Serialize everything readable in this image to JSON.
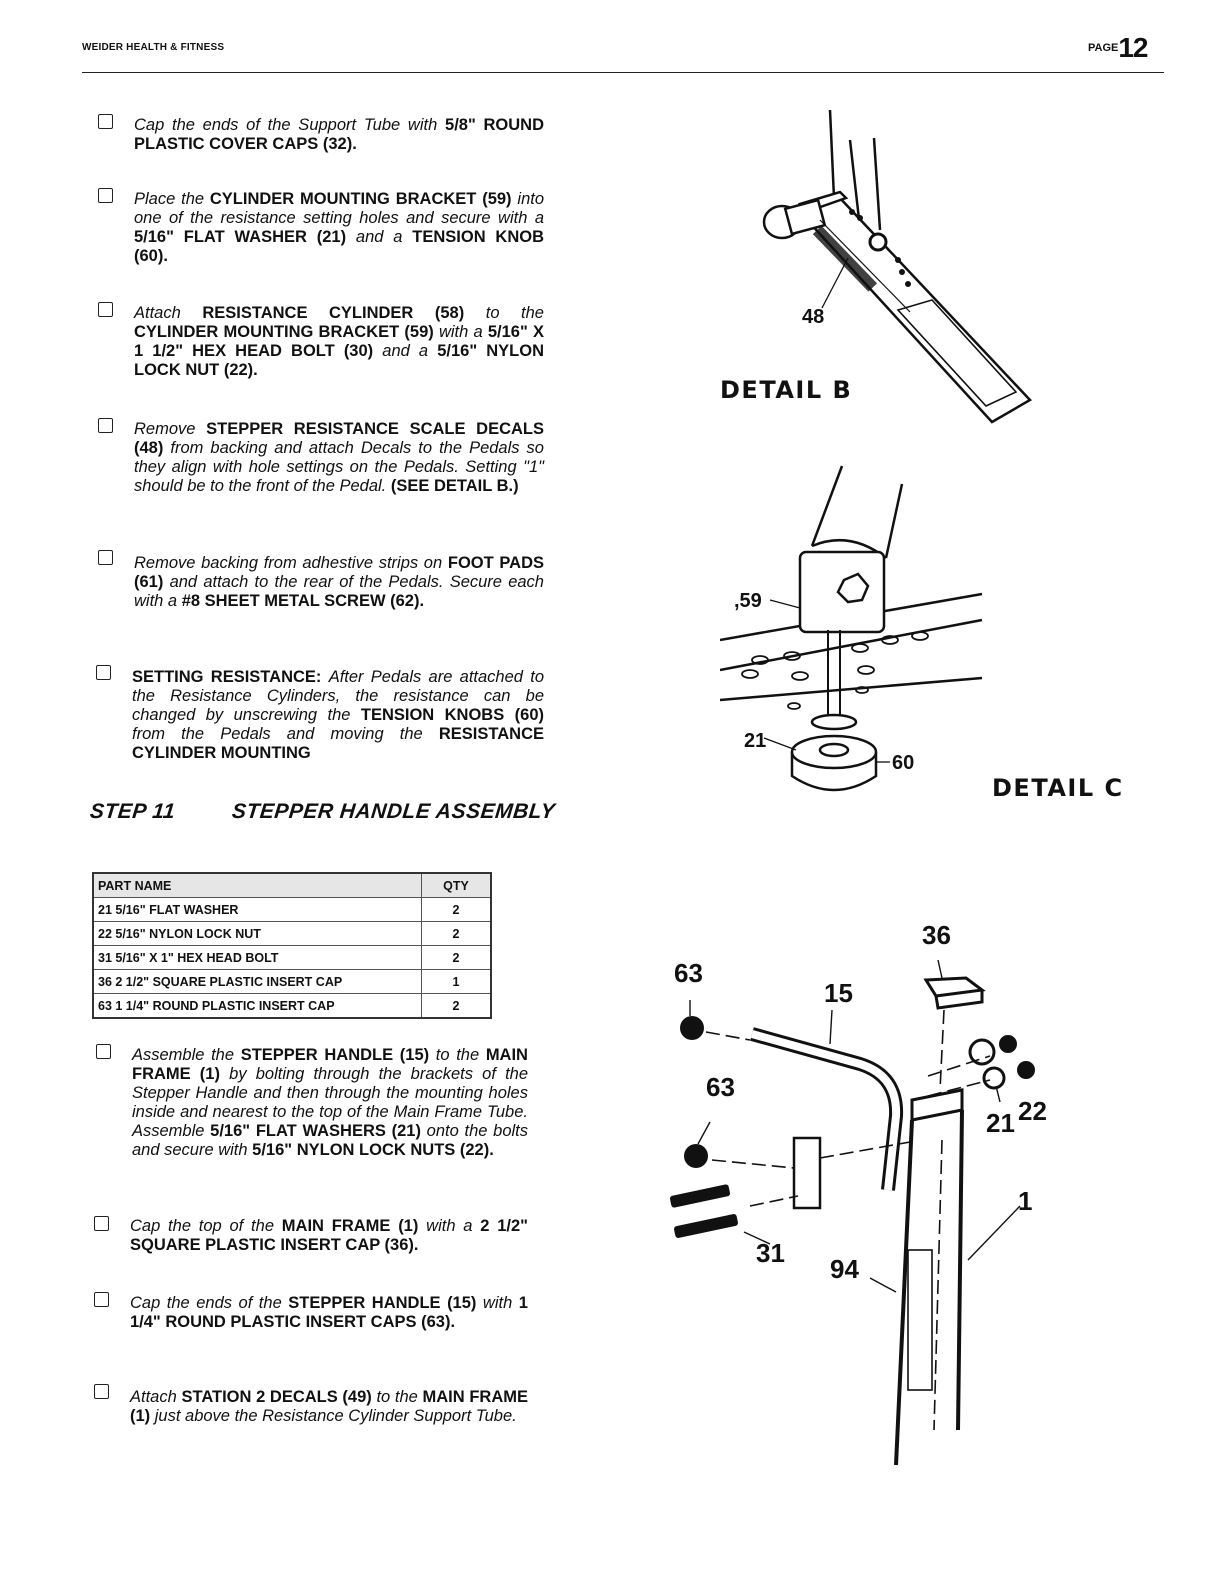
{
  "header": {
    "brand": "WEIDER HEALTH & FITNESS",
    "page_word": "PAGE",
    "page_number": "12"
  },
  "step": {
    "number": "STEP 11",
    "title": "STEPPER HANDLE ASSEMBLY"
  },
  "parts_table": {
    "col_part": "PART NAME",
    "col_qty": "QTY",
    "rows": [
      {
        "part": "21  5/16\" FLAT WASHER",
        "qty": "2"
      },
      {
        "part": "22  5/16\" NYLON LOCK NUT",
        "qty": "2"
      },
      {
        "part": "31  5/16\" X 1\" HEX HEAD BOLT",
        "qty": "2"
      },
      {
        "part": "36  2 1/2\" SQUARE PLASTIC INSERT CAP",
        "qty": "1"
      },
      {
        "part": "63  1 1/4\" ROUND PLASTIC INSERT CAP",
        "qty": "2"
      }
    ]
  },
  "details": {
    "b": {
      "label": "DETAIL B",
      "callouts": [
        "48"
      ]
    },
    "c": {
      "label": "DETAIL C",
      "callouts": [
        ",59",
        "21",
        "60"
      ]
    },
    "assembly": {
      "callouts": [
        "36",
        "63",
        "15",
        "63",
        "21",
        "22",
        "1",
        "31",
        "94"
      ]
    }
  }
}
